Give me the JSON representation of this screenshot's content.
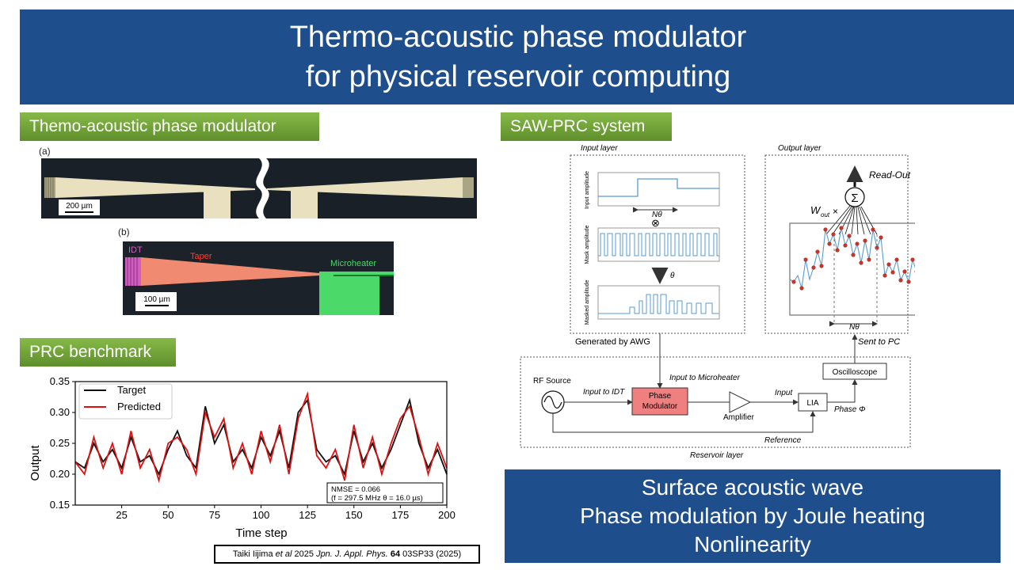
{
  "title": {
    "line1": "Thermo-acoustic phase modulator",
    "line2": "for physical reservoir computing"
  },
  "sections": {
    "modulator": "Themo-acoustic phase modulator",
    "saw": "SAW-PRC system",
    "benchmark": "PRC benchmark"
  },
  "micrographs": {
    "a": {
      "panel": "(a)",
      "scale": "200 µm"
    },
    "b": {
      "panel": "(b)",
      "idt": "IDT",
      "taper": "Taper",
      "heater": "Microheater",
      "scale": "100 µm"
    }
  },
  "diagram": {
    "input_layer": "Input layer",
    "output_layer": "Output layer",
    "input_amp": "Input amplitude",
    "mask_amp": "Mask amplitude",
    "masked_amp": "Masked amplitude",
    "ntheta": "Nθ",
    "theta": "θ",
    "times": "⊗",
    "readout": "Read-Out",
    "sigma": "Σ",
    "wout": "W",
    "wout_sub": "out",
    "wout_x": "×",
    "generated": "Generated by AWG",
    "sent": "Sent to PC",
    "input_micro": "Input to Microheater",
    "rf": "RF Source",
    "input_idt": "Input to IDT",
    "phase_mod": "Phase Modulator",
    "amplifier": "Amplifier",
    "input": "Input",
    "lia": "LIA",
    "phase": "Phase Φ",
    "oscilloscope": "Oscilloscope",
    "reference": "Reference",
    "reservoir": "Reservoir layer"
  },
  "chart_data": {
    "type": "line",
    "xlabel": "Time step",
    "ylabel": "Output",
    "xlim": [
      0,
      200
    ],
    "ylim": [
      0.15,
      0.35
    ],
    "xticks": [
      25,
      50,
      75,
      100,
      125,
      150,
      175,
      200
    ],
    "yticks": [
      0.15,
      0.2,
      0.25,
      0.3,
      0.35
    ],
    "legend_position": "top-left",
    "annotation": {
      "line1": "NMSE = 0.066",
      "line2": "(f = 297.5 MHz θ = 16.0 µs)"
    },
    "x": [
      0,
      5,
      10,
      15,
      20,
      25,
      30,
      35,
      40,
      45,
      50,
      55,
      60,
      65,
      70,
      75,
      80,
      85,
      90,
      95,
      100,
      105,
      110,
      115,
      120,
      125,
      130,
      135,
      140,
      145,
      150,
      155,
      160,
      165,
      170,
      175,
      180,
      185,
      190,
      195,
      200
    ],
    "series": [
      {
        "name": "Target",
        "color": "#111111",
        "values": [
          0.22,
          0.21,
          0.25,
          0.22,
          0.24,
          0.21,
          0.26,
          0.22,
          0.23,
          0.2,
          0.24,
          0.27,
          0.23,
          0.21,
          0.31,
          0.25,
          0.28,
          0.22,
          0.24,
          0.21,
          0.26,
          0.23,
          0.27,
          0.21,
          0.3,
          0.32,
          0.24,
          0.22,
          0.23,
          0.2,
          0.27,
          0.22,
          0.25,
          0.21,
          0.24,
          0.28,
          0.32,
          0.25,
          0.21,
          0.24,
          0.2
        ]
      },
      {
        "name": "Predicted",
        "color": "#dd1111",
        "values": [
          0.22,
          0.2,
          0.26,
          0.21,
          0.25,
          0.2,
          0.27,
          0.21,
          0.24,
          0.19,
          0.25,
          0.26,
          0.24,
          0.2,
          0.3,
          0.26,
          0.29,
          0.21,
          0.25,
          0.2,
          0.27,
          0.22,
          0.28,
          0.2,
          0.29,
          0.33,
          0.23,
          0.21,
          0.24,
          0.19,
          0.28,
          0.21,
          0.26,
          0.2,
          0.25,
          0.29,
          0.31,
          0.26,
          0.2,
          0.25,
          0.21
        ]
      }
    ]
  },
  "bottom_box": {
    "line1": "Surface acoustic wave",
    "line2": "Phase modulation by Joule heating",
    "line3": "Nonlinearity"
  },
  "citation": {
    "author": "Taiki Iijima",
    "etal": "et al",
    "year": "2025",
    "journal": "Jpn. J. Appl. Phys.",
    "volume": "64",
    "page": "03SP33 (2025)"
  }
}
